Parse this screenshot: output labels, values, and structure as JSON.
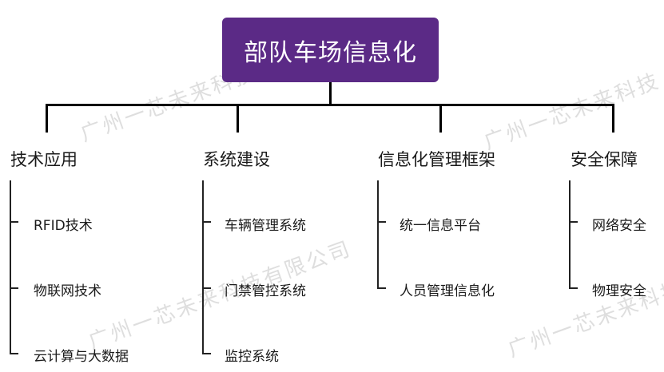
{
  "root": {
    "label": "部队车场信息化"
  },
  "categories": [
    {
      "label": "技术应用",
      "items": [
        "RFID技术",
        "物联网技术",
        "云计算与大数据"
      ]
    },
    {
      "label": "系统建设",
      "items": [
        "车辆管理系统",
        "门禁管控系统",
        "监控系统"
      ]
    },
    {
      "label": "信息化管理框架",
      "items": [
        "统一信息平台",
        "人员管理信息化"
      ]
    },
    {
      "label": "安全保障",
      "items": [
        "网络安全",
        "物理安全"
      ]
    }
  ],
  "watermarks": [
    "广州一芯未来科技有限公司",
    "广州一芯未来科技",
    "广州一芯未来科技有限公司",
    "广州一芯未来科技"
  ],
  "colors": {
    "root_fill": "#5b2a86",
    "root_text": "#ffffff",
    "lines": "#000000"
  }
}
